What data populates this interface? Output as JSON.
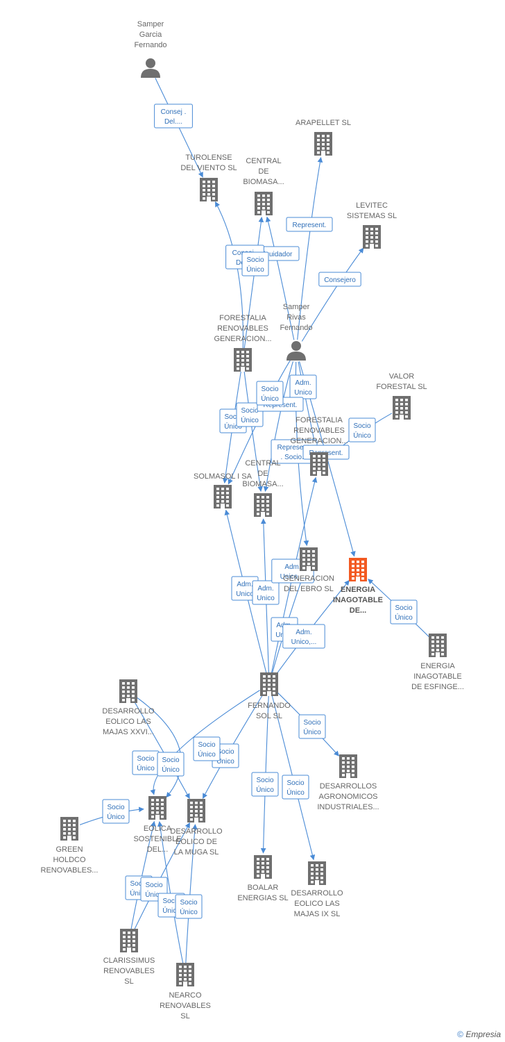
{
  "colors": {
    "edge": "#4a8bd6",
    "node": "#6f6f6f",
    "focus": "#f25a22"
  },
  "nodes": [
    {
      "id": "sgf",
      "kind": "person",
      "label": [
        "Samper",
        "Garcia",
        "Fernando"
      ]
    },
    {
      "id": "turolense",
      "kind": "company",
      "label": [
        "TUROLENSE",
        "DEL VIENTO SL"
      ]
    },
    {
      "id": "central1",
      "kind": "company",
      "label": [
        "CENTRAL",
        "DE",
        "BIOMASA..."
      ]
    },
    {
      "id": "arapellet",
      "kind": "company",
      "label": [
        "ARAPELLET  SL"
      ]
    },
    {
      "id": "levitec",
      "kind": "company",
      "label": [
        "LEVITEC",
        "SISTEMAS  SL"
      ]
    },
    {
      "id": "srf",
      "kind": "person",
      "label": [
        "Samper",
        "Rivas",
        "Fernando"
      ]
    },
    {
      "id": "forestalia1",
      "kind": "company",
      "label": [
        "FORESTALIA",
        "RENOVABLES",
        "GENERACION..."
      ]
    },
    {
      "id": "valor",
      "kind": "company",
      "label": [
        "VALOR",
        "FORESTAL SL"
      ]
    },
    {
      "id": "forestalia2",
      "kind": "company",
      "label": [
        "FORESTALIA",
        "RENOVABLES",
        "GENERACION..."
      ]
    },
    {
      "id": "solmasol",
      "kind": "company",
      "label": [
        "SOLMASOL I SA"
      ]
    },
    {
      "id": "central2",
      "kind": "company",
      "label": [
        "CENTRAL",
        "DE",
        "BIOMASA..."
      ]
    },
    {
      "id": "generacion",
      "kind": "company",
      "label": [
        "GENERACION",
        "DEL EBRO  SL"
      ]
    },
    {
      "id": "energia",
      "kind": "focus",
      "label": [
        "ENERGIA",
        "INAGOTABLE",
        "DE..."
      ]
    },
    {
      "id": "esfinge",
      "kind": "company",
      "label": [
        "ENERGIA",
        "INAGOTABLE",
        "DE ESFINGE..."
      ]
    },
    {
      "id": "fernandosol",
      "kind": "company",
      "label": [
        "FERNANDO",
        "SOL SL"
      ]
    },
    {
      "id": "majasxxvi",
      "kind": "company",
      "label": [
        "DESARROLLO",
        "EOLICO LAS",
        "MAJAS XXVI..."
      ]
    },
    {
      "id": "agronomicos",
      "kind": "company",
      "label": [
        "DESARROLLOS",
        "AGRONOMICOS",
        "INDUSTRIALES..."
      ]
    },
    {
      "id": "eolica",
      "kind": "company",
      "label": [
        "EOLICA",
        "SOSTENIBLE",
        "DEL..."
      ]
    },
    {
      "id": "muga",
      "kind": "company",
      "label": [
        "DESARROLLO",
        "EOLICO DE",
        "LA MUGA SL"
      ]
    },
    {
      "id": "green",
      "kind": "company",
      "label": [
        "GREEN",
        "HOLDCO",
        "RENOVABLES..."
      ]
    },
    {
      "id": "boalar",
      "kind": "company",
      "label": [
        "BOALAR",
        "ENERGIAS  SL"
      ]
    },
    {
      "id": "majasix",
      "kind": "company",
      "label": [
        "DESARROLLO",
        "EOLICO LAS",
        "MAJAS IX  SL"
      ]
    },
    {
      "id": "clarissimus",
      "kind": "company",
      "label": [
        "CLARISSIMUS",
        "RENOVABLES",
        "SL"
      ]
    },
    {
      "id": "nearco",
      "kind": "company",
      "label": [
        "NEARCO",
        "RENOVABLES",
        "SL"
      ]
    }
  ],
  "edges": [
    {
      "from": "sgf",
      "to": "turolense",
      "label": [
        "Consej .",
        "Del...."
      ]
    },
    {
      "from": "srf",
      "to": "arapellet",
      "label": [
        "Represent."
      ]
    },
    {
      "from": "srf",
      "to": "levitec",
      "label": [
        "Consejero"
      ]
    },
    {
      "from": "srf",
      "to": "central1",
      "label": [
        "Liquidador"
      ]
    },
    {
      "from": "forestalia1",
      "to": "turolense",
      "label": [
        "Consej .",
        "Del...."
      ]
    },
    {
      "from": "forestalia1",
      "to": "central1",
      "label": [
        "Socio",
        "Único"
      ]
    },
    {
      "from": "forestalia1",
      "to": "solmasol",
      "label": [
        "Socio",
        "Único"
      ]
    },
    {
      "from": "forestalia1",
      "to": "central2",
      "label": [
        "Socio",
        "Único"
      ]
    },
    {
      "from": "srf",
      "to": "forestalia2",
      "label": [
        "Adm.",
        "Unico"
      ]
    },
    {
      "from": "srf",
      "to": "central2",
      "label": [
        "Represent."
      ]
    },
    {
      "from": "srf",
      "to": "solmasol",
      "label": [
        "Socio",
        "Único"
      ]
    },
    {
      "from": "srf",
      "to": "generacion",
      "label": [
        "Represent.",
        ". Socio..."
      ]
    },
    {
      "from": "srf",
      "to": "energia",
      "label": [
        "Represent."
      ]
    },
    {
      "from": "valor",
      "to": "forestalia2",
      "label": [
        "Socio",
        "Único"
      ]
    },
    {
      "from": "esfinge",
      "to": "energia",
      "label": [
        "Socio",
        "Único"
      ]
    },
    {
      "from": "fernandosol",
      "to": "solmasol",
      "label": [
        "Adm.",
        "Unico"
      ]
    },
    {
      "from": "fernandosol",
      "to": "central2",
      "label": [
        "Adm.",
        "Unico"
      ]
    },
    {
      "from": "fernandosol",
      "to": "forestalia2",
      "label": [
        "Adm.",
        "Unico,..."
      ]
    },
    {
      "from": "fernandosol",
      "to": "generacion",
      "label": [
        "Adm.",
        "Unico"
      ]
    },
    {
      "from": "fernandosol",
      "to": "energia",
      "label": [
        "Adm.",
        "Unico,..."
      ]
    },
    {
      "from": "fernandosol",
      "to": "agronomicos",
      "label": [
        "Socio",
        "Único"
      ]
    },
    {
      "from": "fernandosol",
      "to": "eolica",
      "label": [
        "Socio",
        "Único"
      ]
    },
    {
      "from": "fernandosol",
      "to": "muga",
      "label": [
        "Socio",
        "Único"
      ]
    },
    {
      "from": "fernandosol",
      "to": "boalar",
      "label": [
        "Socio",
        "Único"
      ]
    },
    {
      "from": "fernandosol",
      "to": "majasix",
      "label": [
        "Socio",
        "Único"
      ]
    },
    {
      "from": "majasxxvi",
      "to": "eolica",
      "label": [
        "Socio",
        "Único"
      ]
    },
    {
      "from": "majasxxvi",
      "to": "muga",
      "label": [
        "Socio",
        "Único"
      ]
    },
    {
      "from": "green",
      "to": "eolica",
      "label": [
        "Socio",
        "Único"
      ]
    },
    {
      "from": "clarissimus",
      "to": "eolica",
      "label": [
        "Socio",
        "Único"
      ]
    },
    {
      "from": "clarissimus",
      "to": "muga",
      "label": [
        "Socio",
        "Único"
      ]
    },
    {
      "from": "nearco",
      "to": "eolica",
      "label": [
        "Socio",
        "Único"
      ]
    },
    {
      "from": "nearco",
      "to": "muga",
      "label": [
        "Socio",
        "Único"
      ]
    }
  ],
  "footer": {
    "copyright": "©",
    "brand": "Empresia"
  }
}
